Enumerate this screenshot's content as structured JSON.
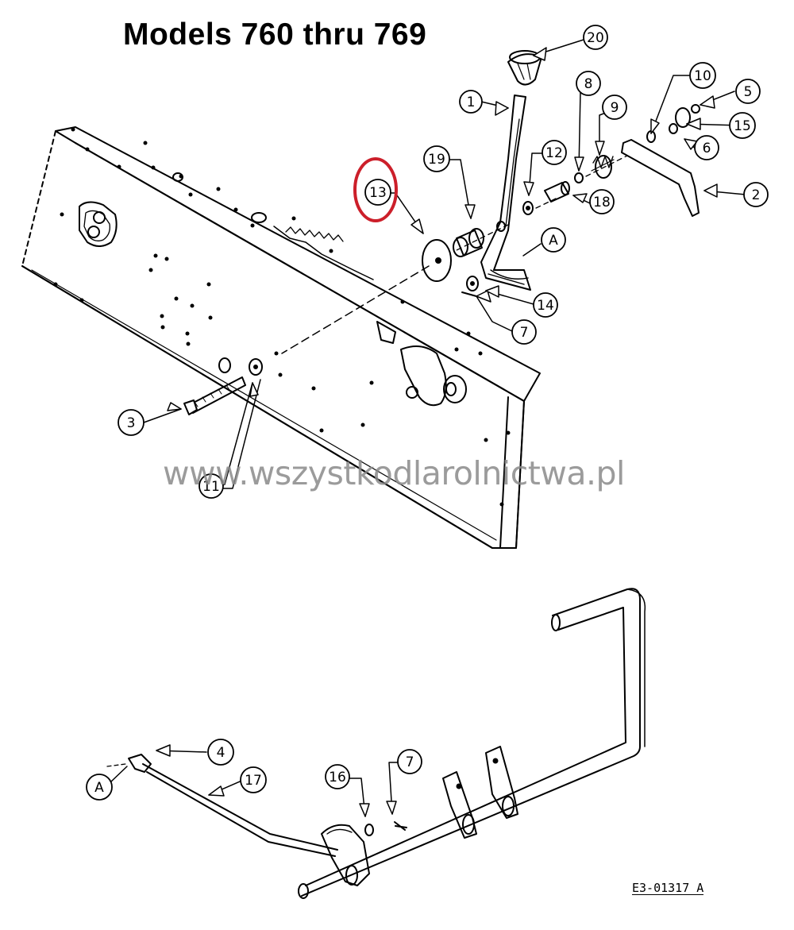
{
  "title": "Models 760 thru 769",
  "watermark": "www.wszystkodlarolnictwa.pl",
  "drawing_number": "E3-01317 A",
  "highlight_color": "#cc1f2a",
  "callouts": [
    {
      "id": "c20",
      "label": "20"
    },
    {
      "id": "c1",
      "label": "1"
    },
    {
      "id": "c8",
      "label": "8"
    },
    {
      "id": "c9",
      "label": "9"
    },
    {
      "id": "c10",
      "label": "10"
    },
    {
      "id": "c5",
      "label": "5"
    },
    {
      "id": "c15",
      "label": "15"
    },
    {
      "id": "c6",
      "label": "6"
    },
    {
      "id": "c2",
      "label": "2"
    },
    {
      "id": "c19",
      "label": "19"
    },
    {
      "id": "c12",
      "label": "12"
    },
    {
      "id": "c13",
      "label": "13",
      "highlighted": true
    },
    {
      "id": "c18",
      "label": "18"
    },
    {
      "id": "cA1",
      "label": "A"
    },
    {
      "id": "c14",
      "label": "14"
    },
    {
      "id": "c7a",
      "label": "7"
    },
    {
      "id": "c3",
      "label": "3"
    },
    {
      "id": "c11",
      "label": "11"
    },
    {
      "id": "c4",
      "label": "4"
    },
    {
      "id": "c17",
      "label": "17"
    },
    {
      "id": "cA2",
      "label": "A"
    },
    {
      "id": "c16",
      "label": "16"
    },
    {
      "id": "c7b",
      "label": "7"
    }
  ]
}
